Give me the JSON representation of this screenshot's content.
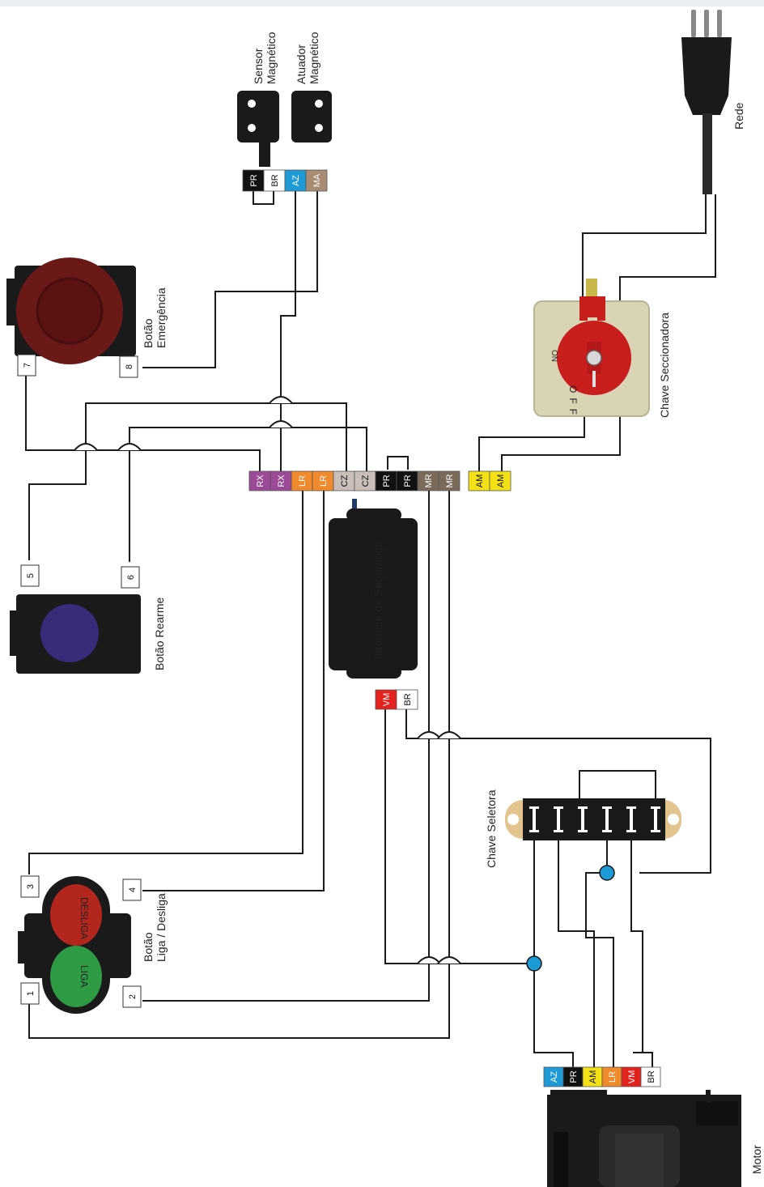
{
  "labels": {
    "sensor": [
      "Sensor",
      "Magnético"
    ],
    "actuator": [
      "Atuador",
      "Magnético"
    ],
    "emergency": [
      "Botão",
      "Emergência"
    ],
    "reset": "Botão Rearme",
    "onoff": [
      "Botão",
      "Liga / Desliga"
    ],
    "interface": "Interface de Segurança",
    "disconnector": "Chave Seccionadora",
    "selector": "Chave Seletora",
    "network": "Rede",
    "motor": "Motor",
    "on_text": "LIGA",
    "off_text": "DESLIGA",
    "switch_on": "ON",
    "switch_off": "OFF"
  },
  "numbers": [
    "1",
    "2",
    "3",
    "4",
    "5",
    "6",
    "7",
    "8"
  ],
  "sensor_terminals": [
    {
      "label": "PR",
      "color": "#111111",
      "text": "#ffffff"
    },
    {
      "label": "BR",
      "color": "#ffffff",
      "text": "#111111"
    },
    {
      "label": "AZ",
      "color": "#1e9ad6",
      "text": "#ffffff"
    },
    {
      "label": "MA",
      "color": "#a88c73",
      "text": "#ffffff"
    }
  ],
  "interface_terminals": [
    {
      "label": "RX",
      "color": "#9b4a98",
      "text": "#ffffff"
    },
    {
      "label": "RX",
      "color": "#9b4a98",
      "text": "#ffffff"
    },
    {
      "label": "LR",
      "color": "#f08a2c",
      "text": "#ffffff"
    },
    {
      "label": "LR",
      "color": "#f08a2c",
      "text": "#ffffff"
    },
    {
      "label": "CZ",
      "color": "#c9bfb8",
      "text": "#111111"
    },
    {
      "label": "CZ",
      "color": "#c9bfb8",
      "text": "#111111"
    },
    {
      "label": "PR",
      "color": "#111111",
      "text": "#ffffff"
    },
    {
      "label": "PR",
      "color": "#111111",
      "text": "#ffffff"
    },
    {
      "label": "MR",
      "color": "#7a6a5a",
      "text": "#ffffff"
    },
    {
      "label": "MR",
      "color": "#7a6a5a",
      "text": "#ffffff"
    }
  ],
  "am_terminals": [
    {
      "label": "AM",
      "color": "#f3e015",
      "text": "#111111"
    },
    {
      "label": "AM",
      "color": "#f3e015",
      "text": "#111111"
    }
  ],
  "output_terminals": [
    {
      "label": "VM",
      "color": "#e42320",
      "text": "#ffffff"
    },
    {
      "label": "BR",
      "color": "#ffffff",
      "text": "#111111"
    }
  ],
  "motor_terminals": [
    {
      "label": "AZ",
      "color": "#1e9ad6",
      "text": "#ffffff"
    },
    {
      "label": "PR",
      "color": "#111111",
      "text": "#ffffff"
    },
    {
      "label": "AM",
      "color": "#f3e015",
      "text": "#111111"
    },
    {
      "label": "LR",
      "color": "#f08a2c",
      "text": "#ffffff"
    },
    {
      "label": "VM",
      "color": "#e42320",
      "text": "#ffffff"
    },
    {
      "label": "BR",
      "color": "#ffffff",
      "text": "#111111"
    }
  ],
  "colors": {
    "wire": "#1a1a1a",
    "junction": "#1e9ad6",
    "emergency_button": "#6b1818",
    "reset_button": "#3a2a7a",
    "on_button": "#2e9a44",
    "off_button": "#b3261e",
    "disconnector_body": "#d9d4b4",
    "disconnector_handle": "#c81e1e"
  }
}
